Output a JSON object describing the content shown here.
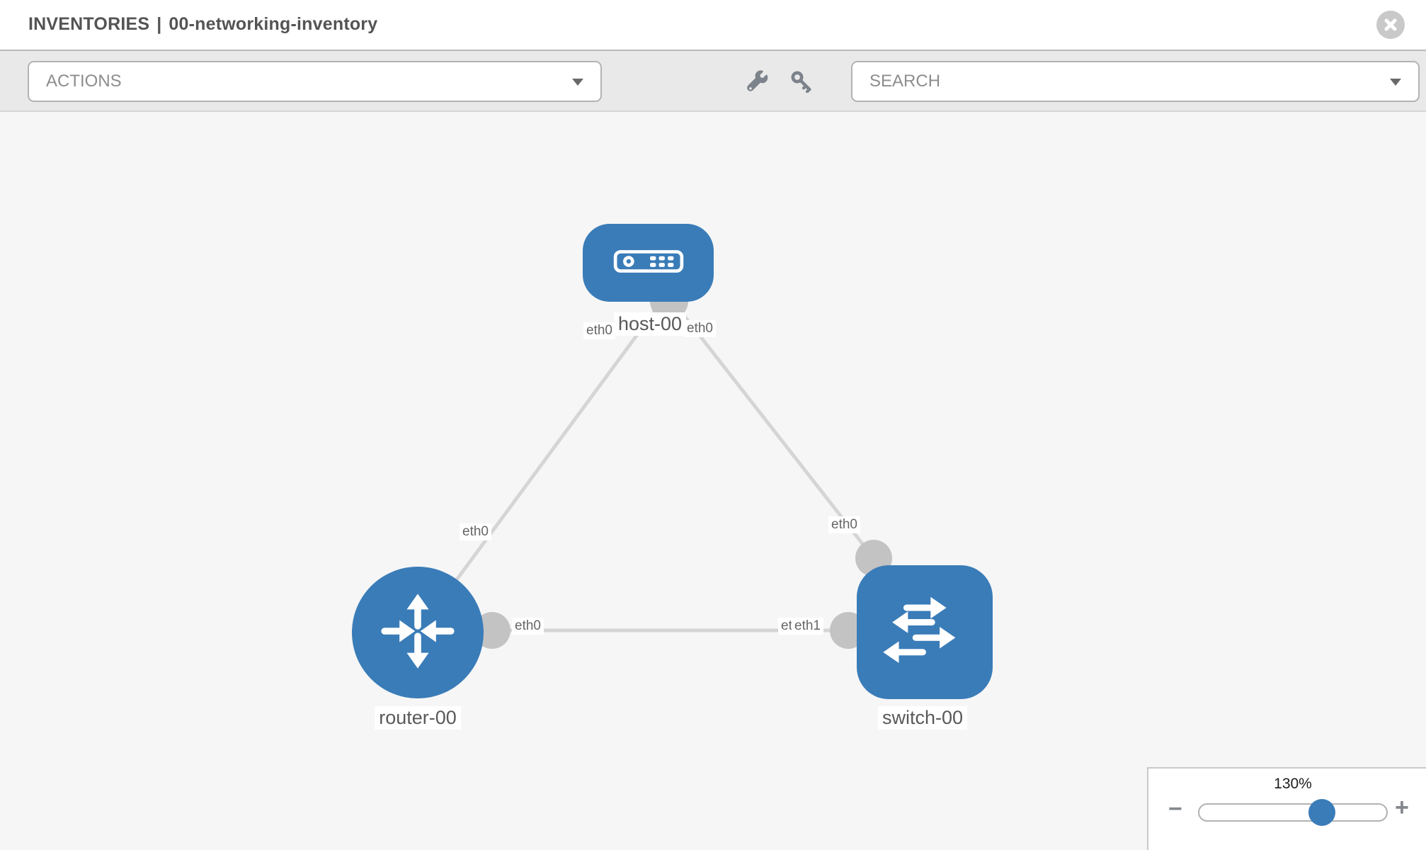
{
  "window": {
    "title_prefix": "INVENTORIES",
    "title_separator": "|",
    "title_name": "00-networking-inventory"
  },
  "toolbar": {
    "actions_label": "ACTIONS",
    "search_placeholder": "SEARCH",
    "icons": [
      "wrench-icon",
      "key-icon"
    ]
  },
  "topology": {
    "nodes": [
      {
        "id": "host-00",
        "label": "host-00",
        "type": "host"
      },
      {
        "id": "router-00",
        "label": "router-00",
        "type": "router"
      },
      {
        "id": "switch-00",
        "label": "switch-00",
        "type": "switch"
      }
    ],
    "links": [
      {
        "source": "router-00",
        "source_interface": "eth0",
        "target": "host-00",
        "target_interface": "eth0"
      },
      {
        "source": "switch-00",
        "source_interface": "eth0",
        "target": "host-00",
        "target_interface": "eth0"
      },
      {
        "source": "router-00",
        "source_interface": "eth0",
        "target": "switch-00",
        "target_interface": "eth1"
      }
    ],
    "interface_labels": [
      {
        "text": "eth0",
        "node": "host-00",
        "position": "bottom-left"
      },
      {
        "text": "eth0",
        "node": "host-00",
        "position": "bottom-right"
      },
      {
        "text": "eth0",
        "node": "router-00",
        "position": "top"
      },
      {
        "text": "eth0",
        "node": "switch-00",
        "position": "top"
      },
      {
        "text": "eth0",
        "node": "router-00",
        "position": "right"
      },
      {
        "text": "eth0",
        "node": "switch-00",
        "position": "left-hidden"
      },
      {
        "text": "eth1",
        "node": "switch-00",
        "position": "left"
      }
    ]
  },
  "zoom_control": {
    "value_label": "130%",
    "percent": 130,
    "zoom_out_glyph": "−",
    "zoom_in_glyph": "+"
  },
  "colors": {
    "node_blue": "#3a7cb8",
    "link_gray": "#d5d5d5",
    "interface_gray": "#c3c3c3",
    "toolbar_gray": "#e9e9e9",
    "canvas_gray": "#f6f6f6"
  }
}
